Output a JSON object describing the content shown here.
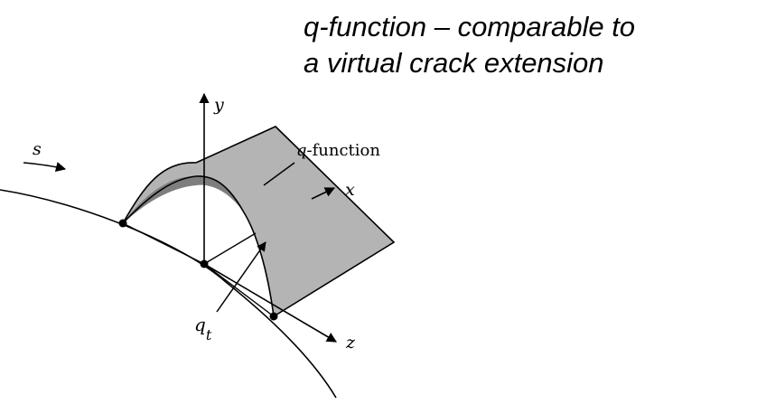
{
  "title": {
    "line1": "q-function – comparable to",
    "line2": "a virtual crack extension"
  },
  "diagram": {
    "axis_y": "y",
    "axis_x": "x",
    "axis_z": "z",
    "arc_label": "s",
    "q_label_var": "q",
    "q_label_rest": "-function",
    "qt_var": "q",
    "qt_sub": "t"
  }
}
